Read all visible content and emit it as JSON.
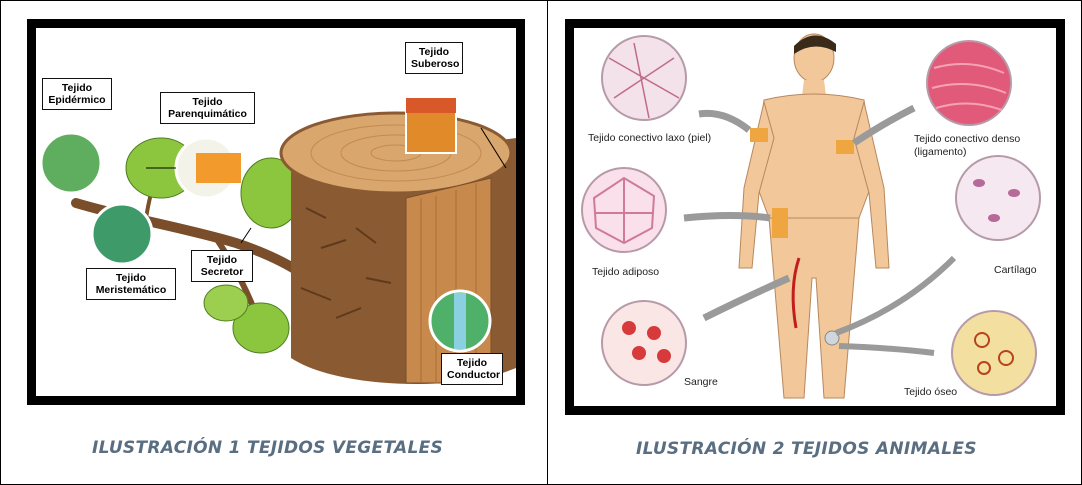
{
  "plant": {
    "caption": "ILUSTRACIÓN 1 TEJIDOS VEGETALES",
    "labels": {
      "epidermico_1": "Tejido",
      "epidermico_2": "Epidérmico",
      "parenquimatico_1": "Tejido",
      "parenquimatico_2": "Parenquimático",
      "suberoso_1": "Tejido",
      "suberoso_2": "Suberoso",
      "meristematico_1": "Tejido",
      "meristematico_2": "Meristemático",
      "secretor_1": "Tejido",
      "secretor_2": "Secretor",
      "conductor_1": "Tejido",
      "conductor_2": "Conductor"
    }
  },
  "animal": {
    "caption": "ILUSTRACIÓN 2 TEJIDOS ANIMALES",
    "labels": {
      "conectivo_laxo": "Tejido conectivo laxo (piel)",
      "conectivo_denso_1": "Tejido conectivo denso",
      "conectivo_denso_2": "(ligamento)",
      "adiposo": "Tejido adiposo",
      "cartilago": "Cartílago",
      "sangre": "Sangre",
      "oseo": "Tejido óseo"
    }
  },
  "colors": {
    "caption": "#5a6e82",
    "bark": "#8a5a32",
    "wood": "#d9a66e",
    "leaf": "#7fbf3f",
    "skin": "#f2c79a",
    "arrow": "#9a9a9a"
  }
}
